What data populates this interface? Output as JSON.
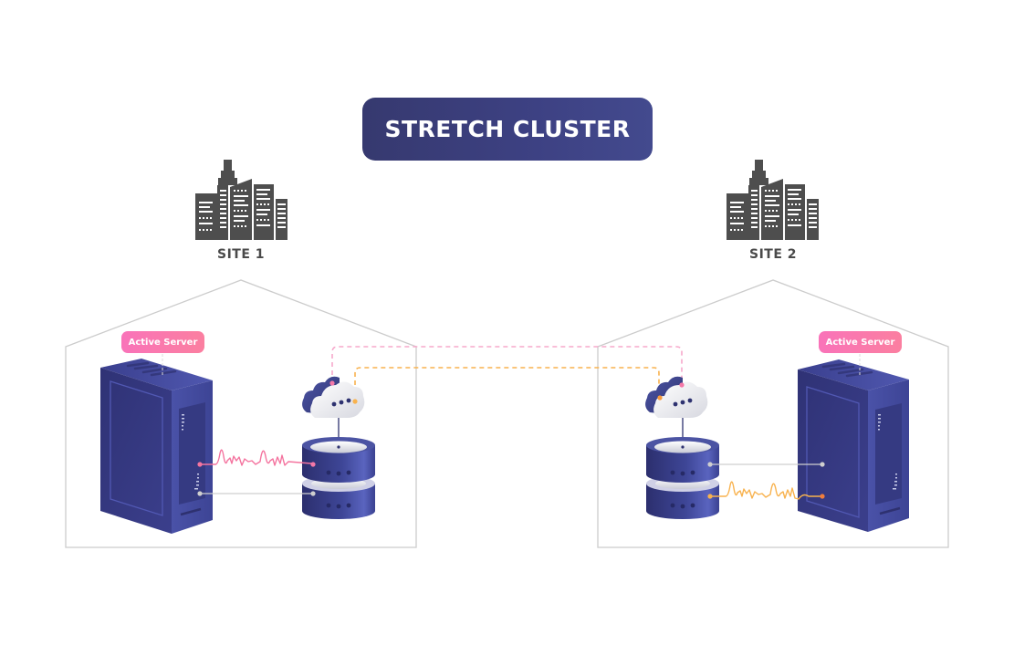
{
  "diagram": {
    "title": "STRETCH CLUSTER",
    "sites": [
      {
        "id": "site-1",
        "label": "SITE 1",
        "server_badge": "Active Server",
        "signal_color": "#f4749f"
      },
      {
        "id": "site-2",
        "label": "SITE 2",
        "server_badge": "Active Server",
        "signal_color": "#f79a3c"
      }
    ],
    "colors": {
      "title_bg": "#3b3f7f",
      "server": "#3f4592",
      "badge": "#fb78aa",
      "link_pink": "#f7a8cb",
      "link_orange": "#f8b24e",
      "building": "#4e4e4e",
      "outline": "#cccccc",
      "gray_link": "#cfcfcf"
    },
    "links": [
      {
        "name": "pink-replication-link",
        "from": "site-1-cloud",
        "to": "site-2-cloud",
        "style": "dashed",
        "color": "#f7a8cb"
      },
      {
        "name": "orange-replication-link",
        "from": "site-1-cloud",
        "to": "site-2-cloud",
        "style": "dashed",
        "color": "#f8b24e"
      }
    ]
  }
}
